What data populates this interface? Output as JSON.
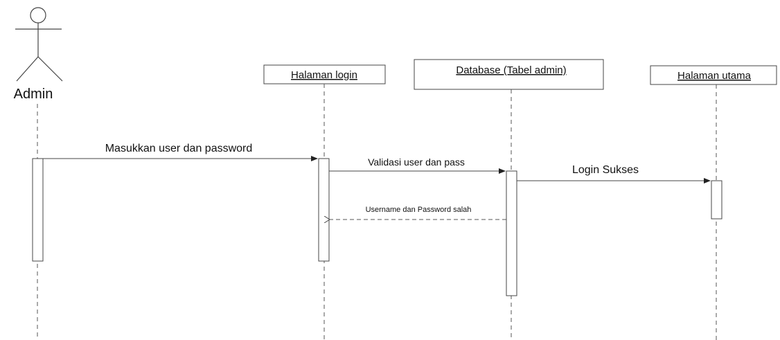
{
  "actors": [
    {
      "name": "Admin"
    }
  ],
  "lifelines": [
    {
      "label": "Halaman login"
    },
    {
      "label": "Database (Tabel admin)"
    },
    {
      "label": "Halaman utama"
    }
  ],
  "messages": [
    {
      "label": "Masukkan user dan password",
      "style": "solid"
    },
    {
      "label": "Validasi user dan pass",
      "style": "solid"
    },
    {
      "label": "Login Sukses",
      "style": "solid"
    },
    {
      "label": "Username dan Password salah",
      "style": "dashed"
    }
  ],
  "colors": {
    "stroke": "#444444",
    "text": "#111111",
    "background": "#ffffff"
  }
}
